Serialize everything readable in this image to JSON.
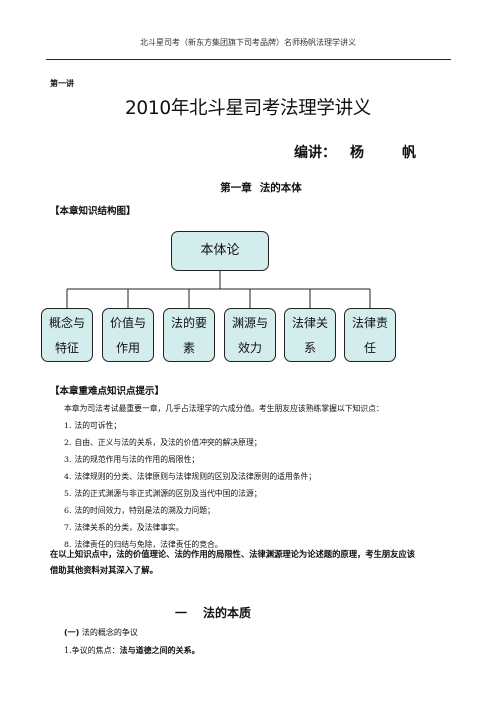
{
  "header": {
    "text": "北斗星司考（新东方集团旗下司考品牌）名师杨帆法理学讲义"
  },
  "lecture_label": "第一讲",
  "title": "2010年北斗星司考法理学讲义",
  "editor": {
    "label": "编讲：",
    "name": "杨帆"
  },
  "chapter": {
    "number": "第一章",
    "title": "法的本体"
  },
  "structure_heading": "【本章知识结构图】",
  "diagram": {
    "root": "本体论",
    "children": [
      {
        "line1": "概念与",
        "line2": "特征"
      },
      {
        "line1": "价值与",
        "line2": "作用"
      },
      {
        "line1": "法的要",
        "line2": "素"
      },
      {
        "line1": "渊源与",
        "line2": "效力"
      },
      {
        "line1": "法律关",
        "line2": "系"
      },
      {
        "line1": "法律责",
        "line2": "任"
      }
    ]
  },
  "keypoints_heading": "【本章重难点知识点提示】",
  "intro": "本章为司法考试最重要一章，几乎占法理学的六成分值。考生朋友应该熟练掌握以下知识点：",
  "items": [
    {
      "num": "1.",
      "text": "法的可诉性；"
    },
    {
      "num": "2.",
      "text": "自由、正义与法的关系，及法的价值冲突的解决原理；"
    },
    {
      "num": "3.",
      "text": "法的规范作用与法的作用的局限性；"
    },
    {
      "num": "4.",
      "text": "法律规则的分类、法律原则与法律规则的区别及法律原则的适用条件；"
    },
    {
      "num": "5.",
      "text": "法的正式渊源与非正式渊源的区别及当代中国的法源；"
    },
    {
      "num": "6.",
      "text": "法的时间效力，特别是法的溯及力问题；"
    },
    {
      "num": "7.",
      "text": "法律关系的分类，及法律事实。"
    },
    {
      "num": "8.",
      "text": "法律责任的归结与免除，法律责任的竞合。"
    }
  ],
  "summary": {
    "line1": "在以上知识点中，法的价值理论、法的作用的局限性、法律渊源理论为论述题的原理，考生朋友应该",
    "line2": "借助其他资料对其深入了解。"
  },
  "section": {
    "number": "一",
    "title": "法的本质"
  },
  "subsection": {
    "label": "(一)",
    "text": "法的概念的争议"
  },
  "point": {
    "label": "1.争议的焦点：",
    "text": "法与道德之间的关系。"
  }
}
